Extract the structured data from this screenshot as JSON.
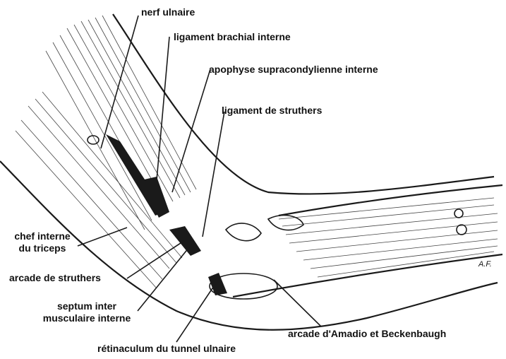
{
  "labels": {
    "nerf_ulnaire": "nerf ulnaire",
    "ligament_brachial_interne": "ligament brachial interne",
    "apophyse": "apophyse supracondylienne interne",
    "ligament_struthers": "ligament de struthers",
    "chef_interne_l1": "chef interne",
    "chef_interne_l2": "du triceps",
    "arcade_struthers": "arcade de struthers",
    "septum_l1": "septum inter",
    "septum_l2": "musculaire interne",
    "retinaculum": "rétinaculum du tunnel ulnaire",
    "arcade_amadio": "arcade d'Amadio et Beckenbaugh",
    "signature": "A.F."
  }
}
